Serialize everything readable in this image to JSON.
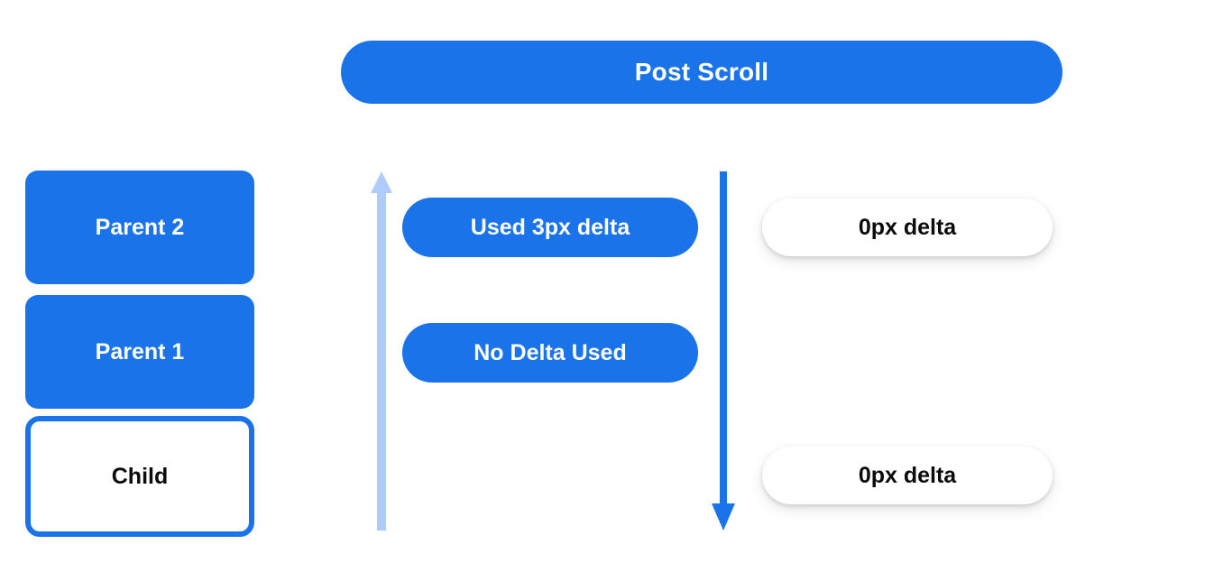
{
  "banner": {
    "label": "Post Scroll"
  },
  "colors": {
    "primary_blue": "#1a73e8",
    "light_blue": "#aecbfa",
    "text_on_blue": "#ffffff",
    "text_dark": "#0b0b0b",
    "background": "#ffffff"
  },
  "nodes": [
    {
      "id": "parent2",
      "label": "Parent 2",
      "style": "filled"
    },
    {
      "id": "parent1",
      "label": "Parent 1",
      "style": "filled"
    },
    {
      "id": "child",
      "label": "Child",
      "style": "outlined"
    }
  ],
  "arrows": [
    {
      "id": "arrow-up",
      "name": "scroll-remaining-arrow",
      "direction": "up",
      "color": "#aecbfa"
    },
    {
      "id": "arrow-down",
      "name": "scroll-consumed-arrow",
      "direction": "down",
      "color": "#1a73e8"
    }
  ],
  "middle_pills": [
    {
      "id": "used-delta",
      "label": "Used 3px delta"
    },
    {
      "id": "no-delta",
      "label": "No Delta Used"
    }
  ],
  "right_pills": [
    {
      "id": "delta-top",
      "label": "0px delta"
    },
    {
      "id": "delta-bottom",
      "label": "0px delta"
    }
  ]
}
